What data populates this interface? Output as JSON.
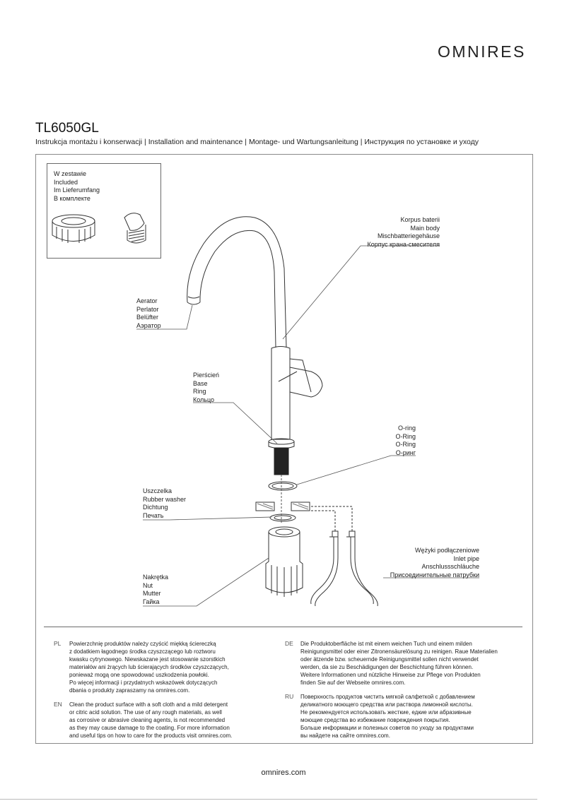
{
  "brand": "OMNIRES",
  "model": "TL6050GL",
  "subtitle": "Instrukcja montażu i konserwacji | Installation and maintenance | Montage- und Wartungsanleitung | Инструкция по установке и уходу",
  "kit": {
    "lines": [
      "W zestawie",
      "Included",
      "Im Lieferumfang",
      "В комплекте"
    ]
  },
  "labels": {
    "body": [
      "Korpus baterii",
      "Main body",
      "Mischbatteriegehäuse",
      "Корпус крана-смесителя"
    ],
    "aerator": [
      "Aerator",
      "Perlator",
      "Belüfter",
      "Аэратор"
    ],
    "ring": [
      "Pierścień",
      "Base",
      "Ring",
      "Кольцо"
    ],
    "oring": [
      "O-ring",
      "O-Ring",
      "O-Ring",
      "О-ринг"
    ],
    "washer": [
      "Uszczelka",
      "Rubber washer",
      "Dichtung",
      "Печать"
    ],
    "inlet": [
      "Wężyki podłączeniowe",
      "Inlet pipe",
      "Anschlussschläuche",
      "Присоединительные патрубки"
    ],
    "nut": [
      "Nakrętka",
      "Nut",
      "Mutter",
      "Гайка"
    ]
  },
  "care": {
    "pl_code": "PL",
    "pl_text": "Powierzchnię produktów należy czyścić miękką ściereczką\n    z dodatkiem łagodnego środka czyszczącego lub roztworu\n    kwasku cytrynowego. Niewskazane jest stosowanie szorstkich\n    materiałów ani żrących lub ścierających środków czyszczących,\n    ponieważ mogą one spowodować uszkodzenia powłoki.\n    Po więcej informacji i przydatnych wskazówek dotyczących\n    dbania o produkty zapraszamy na omnires.com.",
    "en_code": "EN",
    "en_text": "Clean the product surface with a soft cloth and a mild detergent\n    or citric acid solution. The use of any rough materials, as well\n    as corrosive or abrasive cleaning agents, is not recommended\n    as they may cause damage to the coating. For more information\n    and useful tips on how to care for the products visit omnires.com.",
    "de_code": "DE",
    "de_text": "Die Produktoberfläche ist mit einem weichen Tuch und einem milden\nReinigungsmittel oder einer Zitronensäurelösung zu reinigen. Raue Materialien\noder ätzende bzw. scheuernde Reinigungsmittel sollen nicht verwendet\nwerden, da sie zu Beschädigungen der Beschichtung führen können.\nWeitere Informationen und nützliche Hinweise zur Pflege von Produkten\nfinden Sie auf der Webseite omnires.com.",
    "ru_code": "RU",
    "ru_text": "Поверхность продуктов чистить мягкой салфеткой с добавлением\nделикатного моющего средства или раствора лимонной кислоты.\nНе рекомендуется использовать жесткие, едкие или абразивные\nмоющие средства во избежание повреждения покрытия.\nБольше информации и полезных советов по уходу за продуктами\nвы найдете на сайте omnires.com."
  },
  "footer": "omnires.com"
}
